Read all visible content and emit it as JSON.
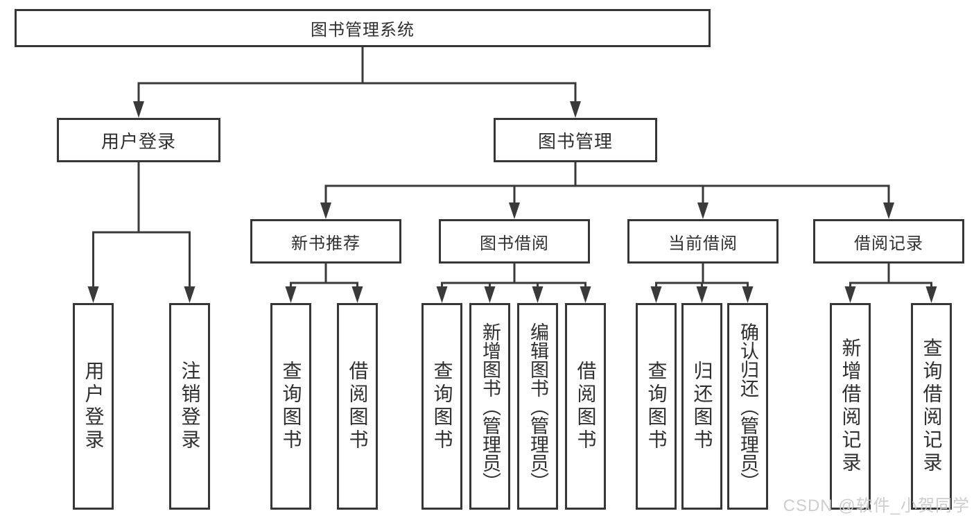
{
  "diagram": {
    "root": {
      "label": "图书管理系统",
      "children": [
        {
          "label": "用户登录",
          "children": [
            {
              "label": "用户登录"
            },
            {
              "label": "注销登录"
            }
          ]
        },
        {
          "label": "图书管理",
          "children": [
            {
              "label": "新书推荐",
              "children": [
                {
                  "label": "查询图书"
                },
                {
                  "label": "借阅图书"
                }
              ]
            },
            {
              "label": "图书借阅",
              "children": [
                {
                  "label": "查询图书"
                },
                {
                  "label": "新增图书（管理员）"
                },
                {
                  "label": "编辑图书（管理员）"
                },
                {
                  "label": "借阅图书"
                }
              ]
            },
            {
              "label": "当前借阅",
              "children": [
                {
                  "label": "查询图书"
                },
                {
                  "label": "归还图书"
                },
                {
                  "label": "确认归还（管理员）"
                }
              ]
            },
            {
              "label": "借阅记录",
              "children": [
                {
                  "label": "新增借阅记录"
                },
                {
                  "label": "查询借阅记录"
                }
              ]
            }
          ]
        }
      ]
    }
  },
  "watermark": "CSDN @软件_小贺同学",
  "colors": {
    "line": "#3a3a3a",
    "border": "#363636",
    "text": "#2f2f2f",
    "background": "#ffffff",
    "watermark": "#cbcbcb"
  }
}
